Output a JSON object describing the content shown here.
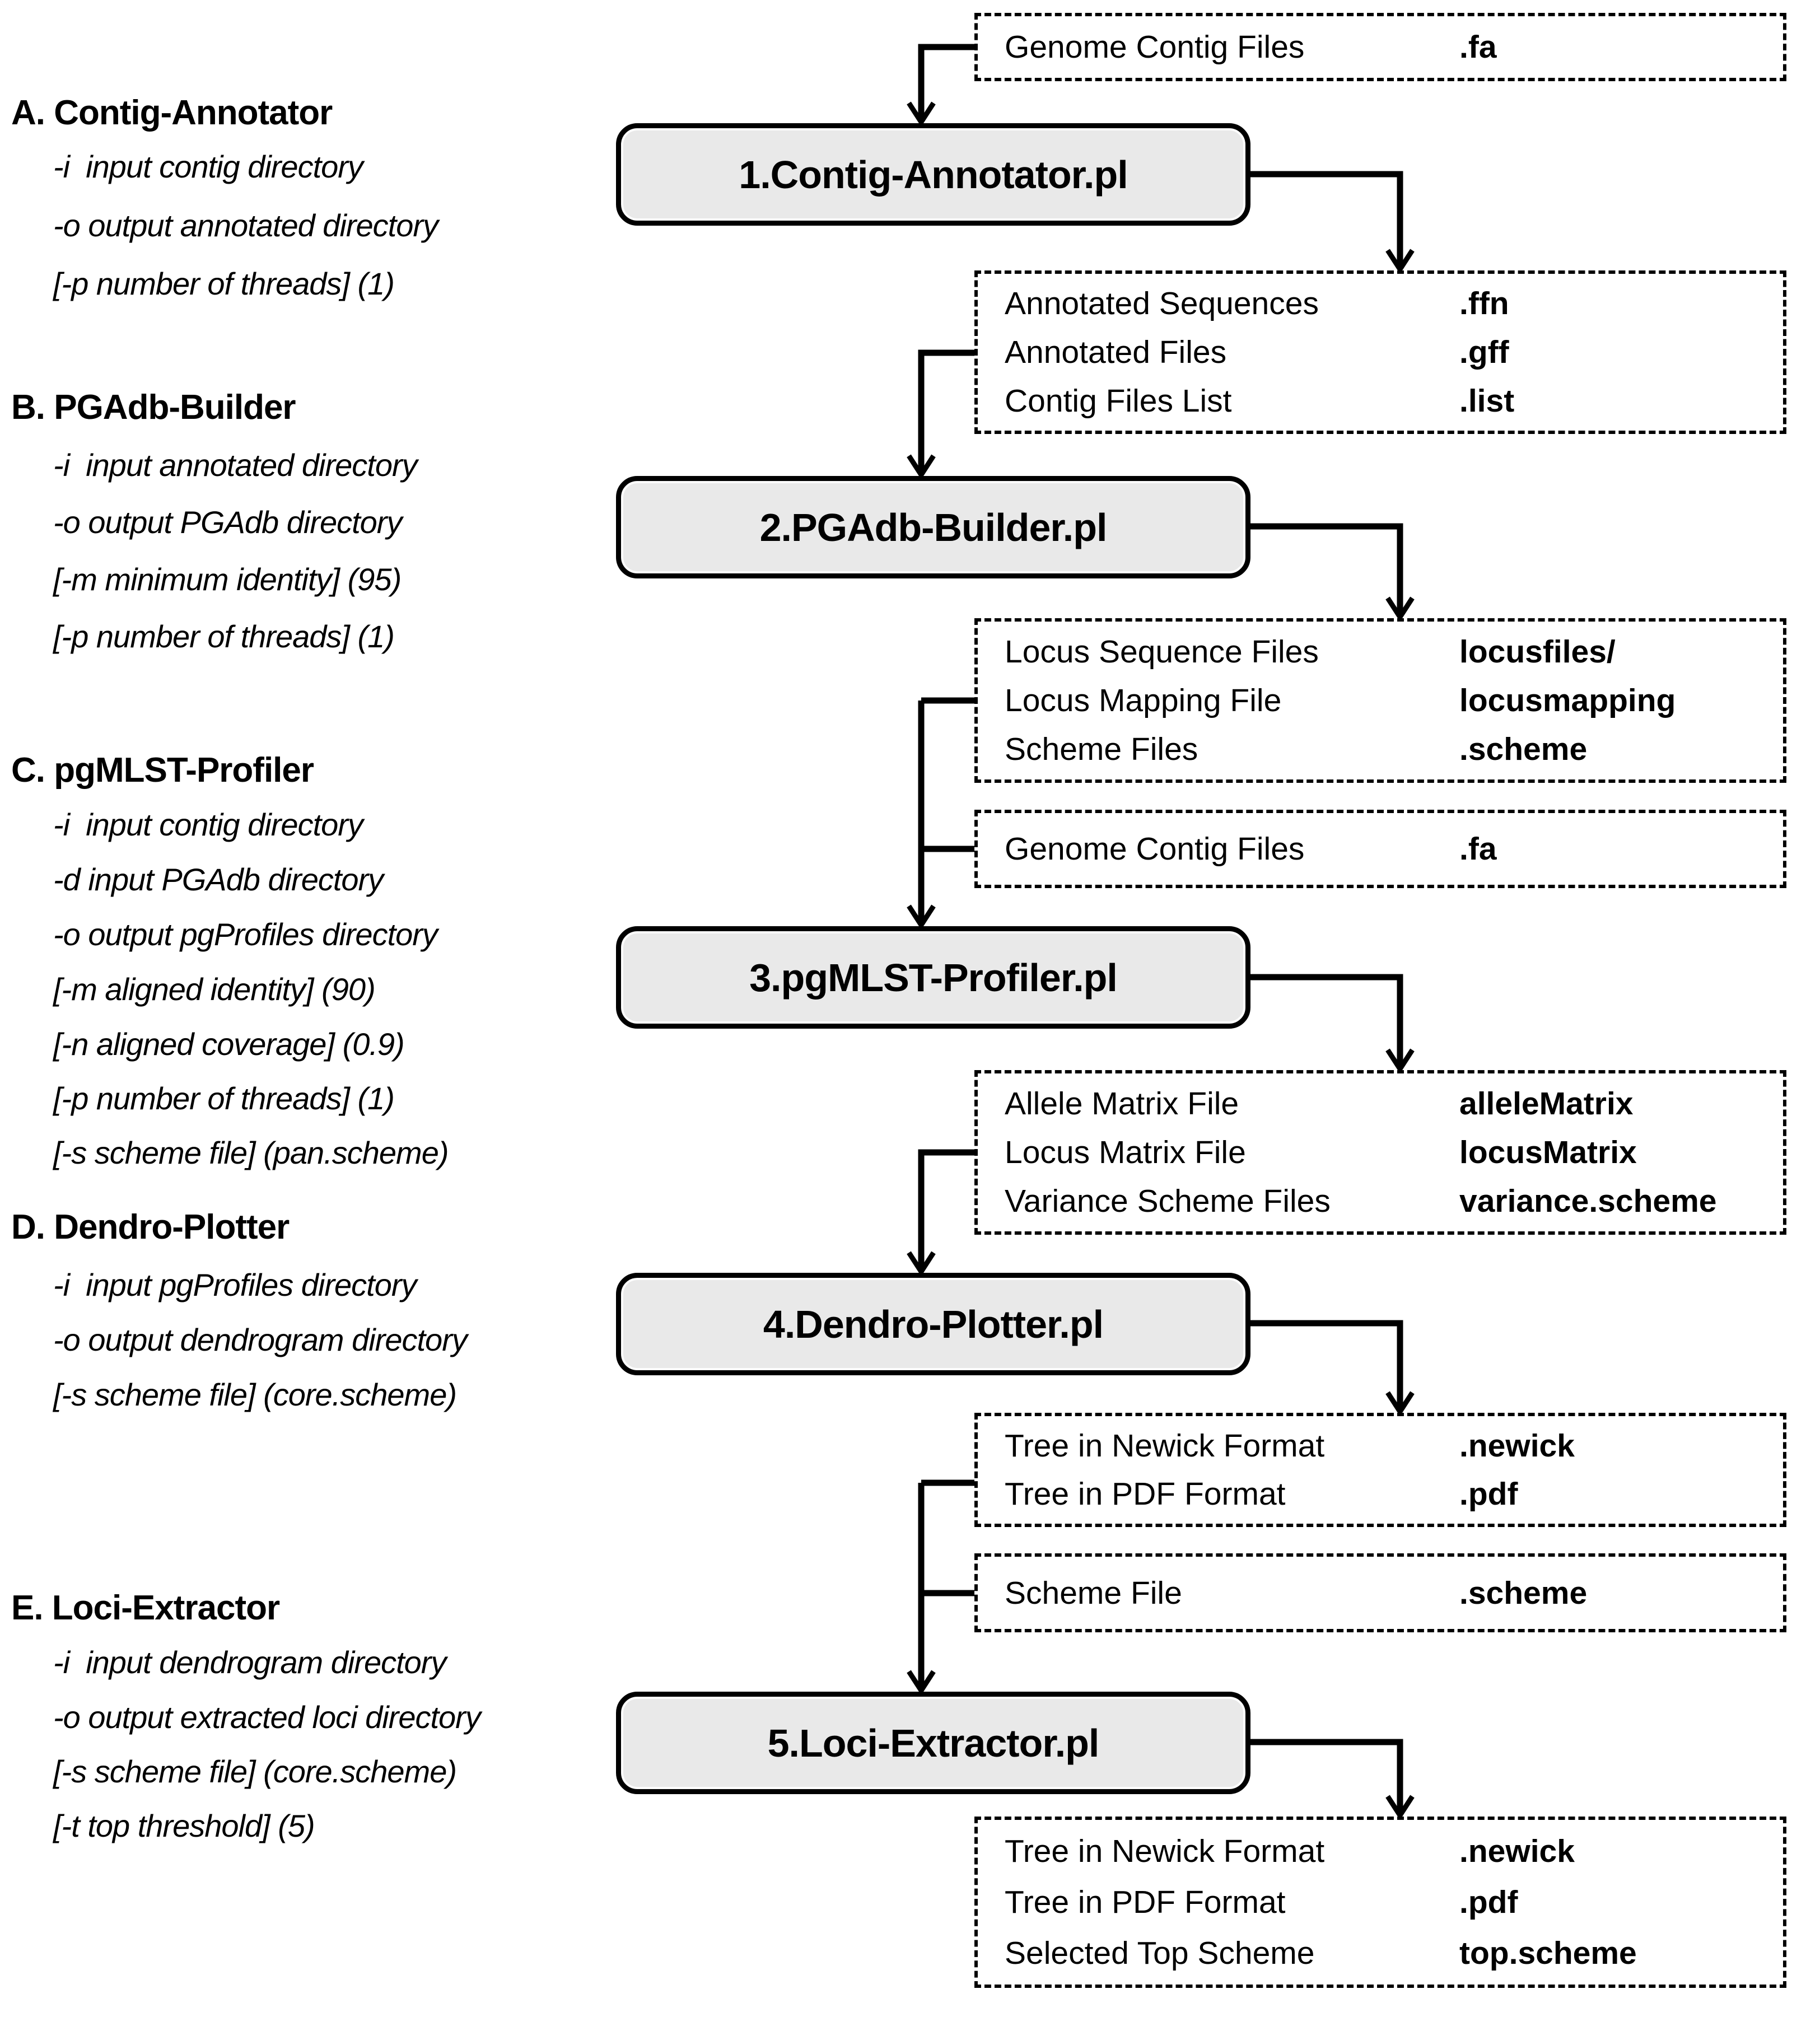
{
  "colors": {
    "box_fill": "#e9e9e9",
    "line": "#000000",
    "text": "#000000"
  },
  "sections": [
    {
      "label": "A. Contig-Annotator",
      "params": [
        "-i  input contig directory",
        "-o output annotated directory",
        "[-p number of threads] (1)"
      ]
    },
    {
      "label": "B. PGAdb-Builder",
      "params": [
        "-i  input annotated directory",
        "-o output PGAdb directory",
        "[-m minimum identity] (95)",
        "[-p number of threads] (1)"
      ]
    },
    {
      "label": "C. pgMLST-Profiler",
      "params": [
        "-i  input contig directory",
        "-d input PGAdb directory",
        "-o output pgProfiles directory",
        "[-m aligned identity] (90)",
        "[-n aligned coverage] (0.9)",
        "[-p number of threads] (1)",
        "[-s scheme file] (pan.scheme)"
      ]
    },
    {
      "label": "D. Dendro-Plotter",
      "params": [
        "-i  input pgProfiles directory",
        "-o output dendrogram directory",
        "[-s scheme file] (core.scheme)"
      ]
    },
    {
      "label": "E. Loci-Extractor",
      "params": [
        "-i  input dendrogram directory",
        "-o output extracted loci directory",
        "[-s scheme file] (core.scheme)",
        "[-t top threshold] (5)"
      ]
    }
  ],
  "scripts": [
    {
      "label": "1.Contig-Annotator.pl"
    },
    {
      "label": "2.PGAdb-Builder.pl"
    },
    {
      "label": "3.pgMLST-Profiler.pl"
    },
    {
      "label": "4.Dendro-Plotter.pl"
    },
    {
      "label": "5.Loci-Extractor.pl"
    }
  ],
  "file_boxes": [
    {
      "id": "genome-contig-files-top",
      "rows": [
        {
          "label": "Genome Contig Files",
          "value": ".fa"
        }
      ]
    },
    {
      "id": "annotator-output",
      "rows": [
        {
          "label": "Annotated Sequences",
          "value": ".ffn"
        },
        {
          "label": "Annotated Files",
          "value": ".gff"
        },
        {
          "label": "Contig Files List",
          "value": ".list"
        }
      ]
    },
    {
      "id": "pgadb-output",
      "rows": [
        {
          "label": "Locus Sequence Files",
          "value": "locusfiles/"
        },
        {
          "label": "Locus Mapping File",
          "value": "locusmapping"
        },
        {
          "label": "Scheme Files",
          "value": ".scheme"
        }
      ]
    },
    {
      "id": "genome-contig-files-mid",
      "rows": [
        {
          "label": "Genome Contig Files",
          "value": ".fa"
        }
      ]
    },
    {
      "id": "profiler-output",
      "rows": [
        {
          "label": "Allele Matrix File",
          "value": "alleleMatrix"
        },
        {
          "label": "Locus Matrix File",
          "value": "locusMatrix"
        },
        {
          "label": "Variance Scheme Files",
          "value": "variance.scheme"
        }
      ]
    },
    {
      "id": "dendro-output",
      "rows": [
        {
          "label": "Tree in Newick Format",
          "value": ".newick"
        },
        {
          "label": "Tree in PDF Format",
          "value": ".pdf"
        }
      ]
    },
    {
      "id": "scheme-file-input",
      "rows": [
        {
          "label": "Scheme File",
          "value": ".scheme"
        }
      ]
    },
    {
      "id": "loci-extractor-output",
      "rows": [
        {
          "label": "Tree in Newick Format",
          "value": ".newick"
        },
        {
          "label": "Tree in PDF Format",
          "value": ".pdf"
        },
        {
          "label": "Selected Top Scheme",
          "value": "top.scheme"
        }
      ]
    }
  ]
}
